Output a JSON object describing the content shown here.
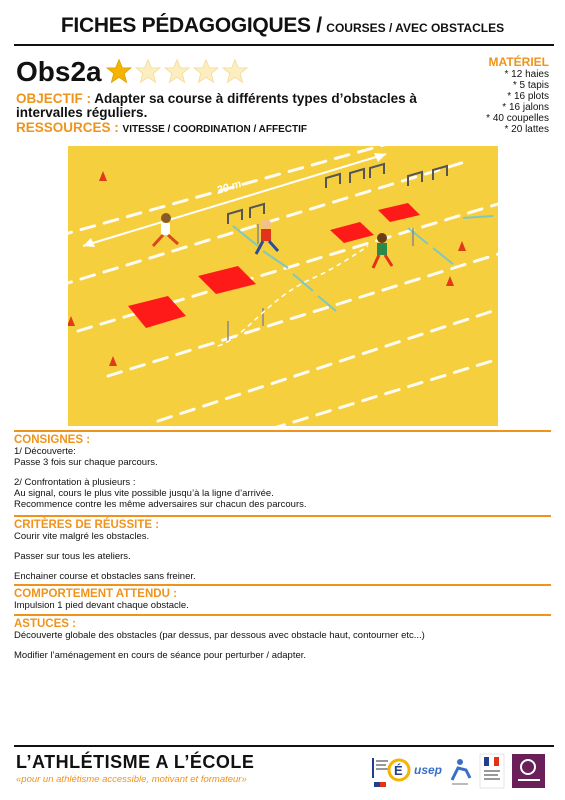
{
  "header": {
    "title": "FICHES PÉDAGOGIQUES /",
    "subtitle": "COURSES / AVEC OBSTACLES"
  },
  "sheet": {
    "code": "Obs2a",
    "rating": {
      "filled": 1,
      "total": 5
    },
    "objectif_label": "OBJECTIF :",
    "objectif_text": "Adapter sa course à différents types d’obstacles à intervalles réguliers.",
    "ressources_label": "RESSOURCES :",
    "ressources_text": "VITESSE / COORDINATION / AFFECTIF"
  },
  "materiel": {
    "title": "MATÉRIEL",
    "items": [
      "* 12 haies",
      "* 5 tapis",
      "* 16 plots",
      "* 16 jalons",
      "* 40 coupelles",
      "* 20 lattes"
    ]
  },
  "illustration": {
    "distance_label": "20 m"
  },
  "sections": {
    "consignes": {
      "title": "CONSIGNES :",
      "lines": [
        "1/ Découverte:",
        "Passe 3 fois sur chaque parcours.",
        "",
        "2/ Confrontation à plusieurs :",
        "Au signal, cours le plus vite possible jusqu’à la ligne d’arrivée.",
        "Recommence contre les même adversaires sur chacun des parcours."
      ]
    },
    "criteres": {
      "title": "CRITÈRES DE RÉUSSITE :",
      "lines": [
        "Courir vite malgré les obstacles.",
        "",
        "Passer sur tous les ateliers.",
        "",
        "Enchainer course et obstacles sans freiner."
      ]
    },
    "comportement": {
      "title": "COMPORTEMENT ATTENDU :",
      "lines": [
        "Impulsion 1 pied devant chaque obstacle."
      ]
    },
    "astuces": {
      "title": "ASTUCES :",
      "lines": [
        "Découverte globale des obstacles (par dessus, par dessous avec obstacle haut, contourner etc...)",
        "",
        "Modifier l’aménagement en cours de séance pour perturber / adapter."
      ]
    }
  },
  "footer": {
    "title": "L’ATHLÉTISME A L’ÉCOLE",
    "tagline": "«pour un athlétisme accessible, motivant et formateur»",
    "logo_usep": "usep"
  },
  "colors": {
    "accent": "#f0931a",
    "field": "#f6cf3e",
    "mat": "#ff1a1a",
    "star": "#f4b400"
  }
}
